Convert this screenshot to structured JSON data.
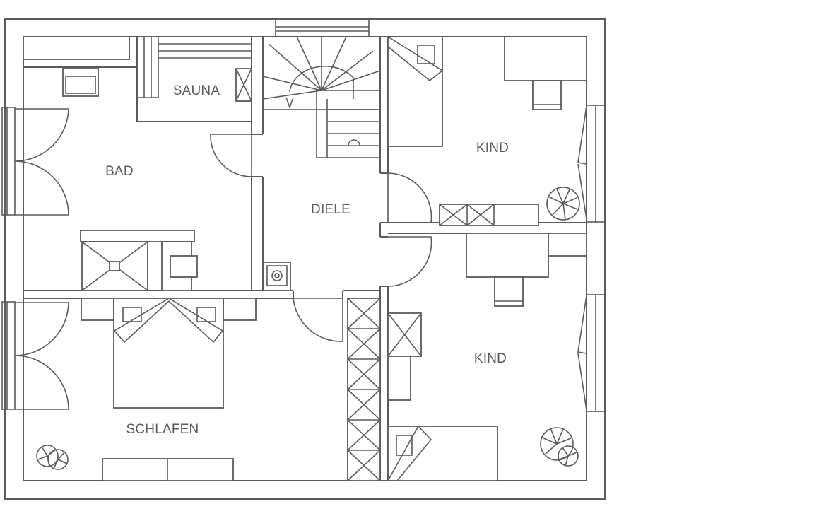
{
  "colors": {
    "line": "#5b5b5b",
    "background": "#ffffff"
  },
  "rooms": {
    "bad": "BAD",
    "sauna": "SAUNA",
    "diele": "DIELE",
    "kind_top": "KIND",
    "kind_bottom": "KIND",
    "schlafen": "SCHLAFEN"
  }
}
